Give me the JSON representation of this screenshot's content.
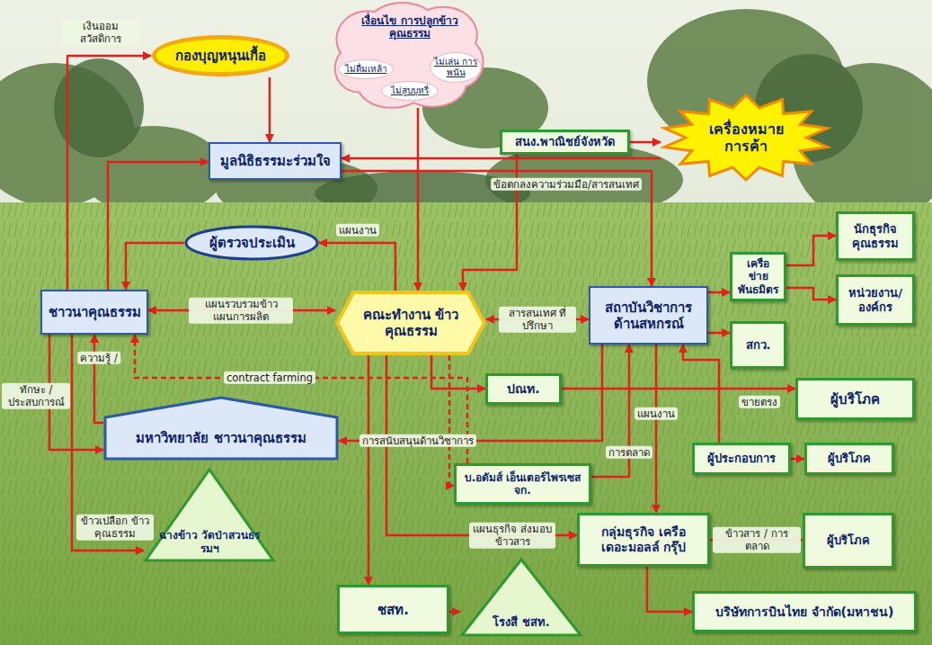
{
  "diagram": {
    "nodes": [
      {
        "text": [
          "กองบุญหนุนเกื้อ"
        ]
      },
      {
        "text": [
          "เงื่อนไข การปลูกข้าวคุณธรรม"
        ]
      },
      {
        "text": [
          "ไม่ดื่มเหล้า"
        ],
        "in": 1
      },
      {
        "text": [
          "ไม่สูบบุหรี่"
        ],
        "in": 1
      },
      {
        "text": [
          "ไม่เล่น การพนัน"
        ],
        "in": 1
      },
      {
        "text": [
          "สนง.พาณิชย์จังหวัด"
        ]
      },
      {
        "text": [
          "เครื่องหมาย การค้า"
        ]
      },
      {
        "text": [
          "มูลนิธิธรรมะร่วมใจ"
        ]
      },
      {
        "text": [
          "ผู้ตรวจประเมิน"
        ]
      },
      {
        "text": [
          "ชาวนาคุณธรรม"
        ]
      },
      {
        "text": [
          "คณะทำงาน ข้าวคุณธรรม"
        ]
      },
      {
        "text": [
          "สถาบันวิชาการ ด้านสหกรณ์"
        ]
      },
      {
        "text": [
          "เครือข่าย พันธมิตร"
        ]
      },
      {
        "text": [
          "นักธุรกิจ คุณธรรม"
        ]
      },
      {
        "text": [
          "หน่วยงาน/ องค์กร"
        ]
      },
      {
        "text": [
          "สกว."
        ]
      },
      {
        "text": [
          "ปณท."
        ]
      },
      {
        "text": [
          "ผู้บริโภค"
        ]
      },
      {
        "text": [
          "มหาวิทยาลัย ชาวนาคุณธรรม"
        ]
      },
      {
        "text": [
          "ผู้ประกอบการ"
        ]
      },
      {
        "text": [
          "ผู้บริโภค"
        ]
      },
      {
        "text": [
          "บ.อดัมส์ เอ็นเตอร์ไพรเซส จก."
        ]
      },
      {
        "text": [
          "ฉางข้าว วัดป่าสวนธรรมฯ"
        ]
      },
      {
        "text": [
          "กลุ่มธุรกิจ เครือเดอะมอลล์ กรุ๊ป"
        ]
      },
      {
        "text": [
          "ผู้บริโภค"
        ]
      },
      {
        "text": [
          "บริษัทการบินไทย จำกัด(มหาชน)"
        ]
      },
      {
        "text": [
          "ชสท."
        ]
      },
      {
        "text": [
          "โรงสี ชสท."
        ]
      }
    ],
    "edges": [
      {
        "from": 9,
        "to": 0,
        "arrow": "to",
        "label": "เงินออม สวัสดิการ"
      },
      {
        "from": 0,
        "to": 7,
        "arrow": "to"
      },
      {
        "from": 1,
        "to": 10,
        "arrow": "to"
      },
      {
        "from": 9,
        "to": 7,
        "arrow": "to"
      },
      {
        "from": 6,
        "to": 7,
        "arrow": "to"
      },
      {
        "from": 7,
        "to": 11,
        "arrow": "to",
        "label": "ข้อตกลงความร่วมมือ/สารสนเทศ"
      },
      {
        "from": 5,
        "to": 6,
        "arrow": "to"
      },
      {
        "from": 5,
        "to": 10,
        "arrow": "to"
      },
      {
        "from": 10,
        "to": 8,
        "arrow": "to",
        "label": "แผนงาน"
      },
      {
        "from": 8,
        "to": 9,
        "arrow": "to"
      },
      {
        "from": 9,
        "to": 10,
        "arrow": "both",
        "label": "แผนรวบรวมข้าว แผนการผลิต"
      },
      {
        "from": 10,
        "to": 11,
        "arrow": "both",
        "label": "สารสนเทศ ที่ปรึกษา"
      },
      {
        "from": 11,
        "to": 12,
        "arrow": "to"
      },
      {
        "from": 12,
        "to": 13,
        "arrow": "to"
      },
      {
        "from": 12,
        "to": 14,
        "arrow": "to"
      },
      {
        "from": 11,
        "to": 15,
        "arrow": "to"
      },
      {
        "from": 21,
        "to": 9,
        "arrow": "to",
        "label": "contract farming"
      },
      {
        "from": 10,
        "to": 21,
        "arrow": "to"
      },
      {
        "from": 9,
        "to": 18,
        "arrow": "to",
        "label": "ทักษะ / ประสบการณ์"
      },
      {
        "from": 18,
        "to": 9,
        "arrow": "to",
        "label": "ความรู้ /"
      },
      {
        "from": 9,
        "to": 22,
        "arrow": "to",
        "label": "ข้าวเปลือก ข้าวคุณธรรม"
      },
      {
        "from": 11,
        "to": 18,
        "arrow": "to",
        "label": "การสนับสนุนด้านวิชาการ"
      },
      {
        "from": 10,
        "to": 16,
        "arrow": "to"
      },
      {
        "from": 16,
        "to": 17,
        "arrow": "to",
        "label": "ขายตรง"
      },
      {
        "from": 19,
        "to": 20,
        "arrow": "to"
      },
      {
        "from": 19,
        "to": 11,
        "arrow": "to"
      },
      {
        "from": 11,
        "to": 23,
        "arrow": "to",
        "label": "แผนงาน"
      },
      {
        "from": 21,
        "to": 11,
        "arrow": "to",
        "label": "การตลาด"
      },
      {
        "from": 10,
        "to": 23,
        "arrow": "to",
        "label": "แผนธุรกิจ ส่งมอบข้าวสาร"
      },
      {
        "from": 10,
        "to": 26,
        "arrow": "to"
      },
      {
        "from": 26,
        "to": 27,
        "arrow": "to"
      },
      {
        "from": 23,
        "to": 24,
        "arrow": "to",
        "label": "ข้าวสาร / การตลาด"
      },
      {
        "from": 23,
        "to": 25,
        "arrow": "to"
      }
    ]
  }
}
